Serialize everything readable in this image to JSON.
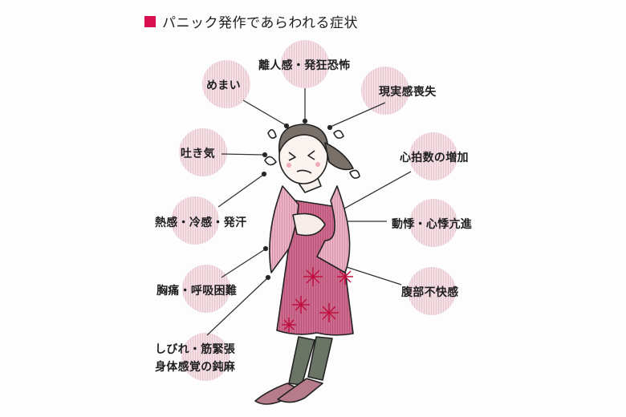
{
  "title": {
    "marker_color": "#d9104f",
    "text": "パニック発作であらわれる症状"
  },
  "colors": {
    "bubble": "#f1d9df",
    "dress": "#c95d84",
    "flower": "#c0103f",
    "sweater": "#e8a9bd",
    "hair": "#7a706a",
    "legs": "#6b7566",
    "shoes": "#b77c8c"
  },
  "symptoms": [
    {
      "id": "depersonalization",
      "label": "離人感・発狂恐怖"
    },
    {
      "id": "dizziness",
      "label": "めまい"
    },
    {
      "id": "derealization",
      "label": "現実感喪失"
    },
    {
      "id": "nausea",
      "label": "吐き気"
    },
    {
      "id": "heart-rate",
      "label": "心拍数の増加"
    },
    {
      "id": "hot-cold-sweat",
      "label": "熱感・冷感・発汗"
    },
    {
      "id": "palpitations",
      "label": "動悸・心悸亢進"
    },
    {
      "id": "chest-pain",
      "label": "胸痛・呼吸困難"
    },
    {
      "id": "abdominal",
      "label": "腹部不快感"
    },
    {
      "id": "numbness",
      "line1": "しびれ・筋緊張",
      "line2": "身体感覚の鈍麻"
    }
  ]
}
